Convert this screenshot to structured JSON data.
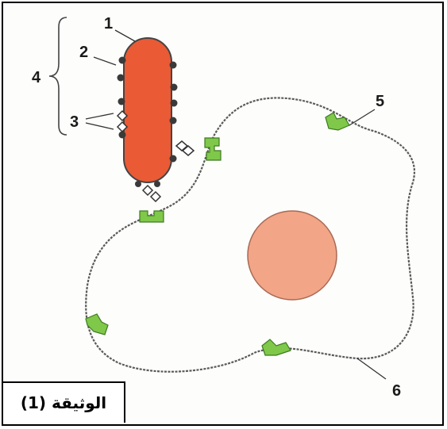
{
  "labels": {
    "l1": "1",
    "l2": "2",
    "l3": "3",
    "l4": "4",
    "l5": "5",
    "l6": "6"
  },
  "caption": "الوثيقة (1)",
  "colors": {
    "bacterium": "#ea5a35",
    "nucleus": "#f2a587",
    "receptor": "#7fc84a",
    "membrane": "#555555",
    "antigen": "#3a3a3a"
  }
}
